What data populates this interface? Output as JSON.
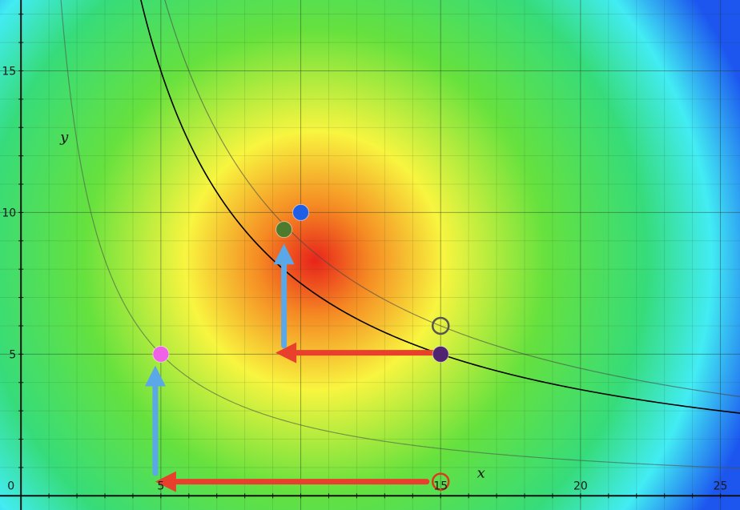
{
  "chart_data": {
    "type": "scatter",
    "title": "",
    "xlabel": "x",
    "ylabel": "y",
    "xlim": [
      -0.75,
      25.7
    ],
    "ylim": [
      -0.5,
      17.5
    ],
    "grid": true,
    "x_ticks": [
      "0",
      "5",
      "15",
      "20",
      "25"
    ],
    "y_ticks": [
      "5",
      "10",
      "15"
    ],
    "heatmap": {
      "peak": [
        10.5,
        8.3
      ],
      "colors": [
        "#e8231b",
        "#f58a23",
        "#f8f53f",
        "#66e13e",
        "#36dc7a",
        "#42ecf3",
        "#1c56ef"
      ]
    },
    "curves": [
      {
        "name": "",
        "kind": "hyperbola",
        "k": 75,
        "color": "#000000"
      },
      {
        "name": "",
        "kind": "hyperbola",
        "k": 90,
        "color": "#4a4a4a"
      },
      {
        "name": "",
        "kind": "hyperbola",
        "k": 25,
        "color": "#4a5a4a"
      }
    ],
    "points": [
      {
        "x": 10,
        "y": 10,
        "color": "#1f5fe6",
        "style": "filled"
      },
      {
        "x": 9.4,
        "y": 9.4,
        "color": "#4e7a2e",
        "style": "filled"
      },
      {
        "x": 15,
        "y": 5,
        "color": "#512472",
        "style": "filled"
      },
      {
        "x": 15,
        "y": 6,
        "color": "#555555",
        "style": "open"
      },
      {
        "x": 5,
        "y": 5,
        "color": "#ef62e8",
        "style": "filled"
      },
      {
        "x": 15,
        "y": 0.5,
        "color": "#e0381c",
        "style": "open"
      }
    ],
    "arrows": [
      {
        "from": [
          15,
          5.05
        ],
        "to": [
          9.1,
          5.05
        ],
        "color": "#e8402c"
      },
      {
        "from": [
          9.4,
          5.3
        ],
        "to": [
          9.4,
          8.9
        ],
        "color": "#5aa8e8"
      },
      {
        "from": [
          14.5,
          0.5
        ],
        "to": [
          4.8,
          0.5
        ],
        "color": "#e8402c"
      },
      {
        "from": [
          4.8,
          0.8
        ],
        "to": [
          4.8,
          4.6
        ],
        "color": "#5aa8e8"
      }
    ]
  }
}
